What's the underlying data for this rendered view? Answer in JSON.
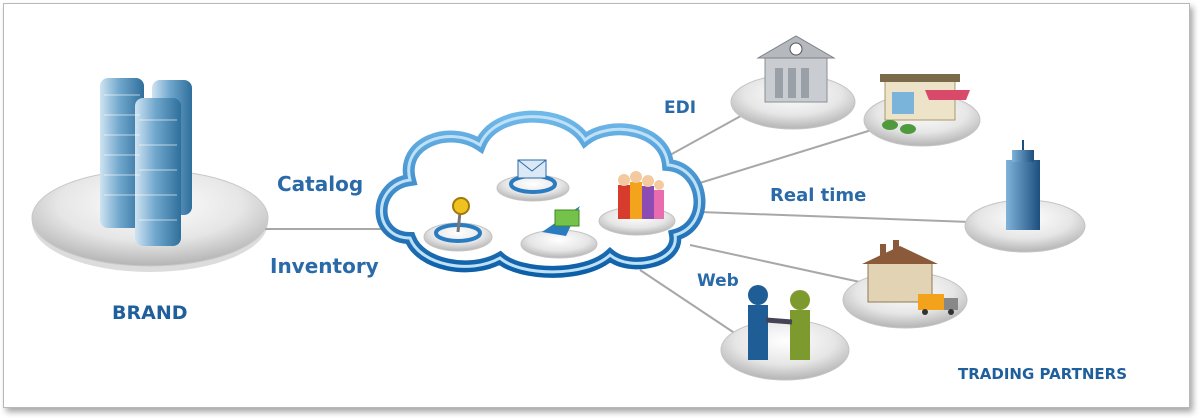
{
  "labels": {
    "catalog": "Catalog",
    "inventory": "Inventory",
    "brand": "BRAND",
    "edi": "EDI",
    "real_time": "Real time",
    "web": "Web",
    "trading_partners": "TRADING PARTNERS"
  },
  "colors": {
    "label_blue": "#2a6aa8",
    "cloud_blue": "#1e7fc4",
    "connector_gray": "#a8a8a8"
  }
}
